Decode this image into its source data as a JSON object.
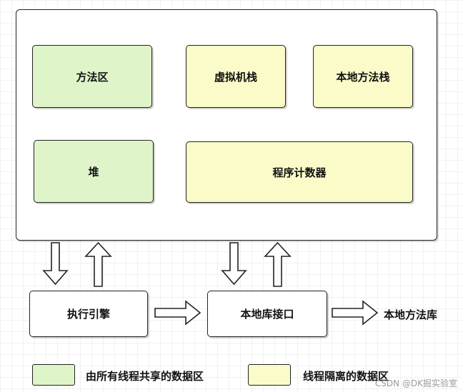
{
  "runtime_data_area": {
    "method_area": "方法区",
    "vm_stack": "虚拟机栈",
    "native_method_stack": "本地方法栈",
    "heap": "堆",
    "program_counter": "程序计数器"
  },
  "execution_engine": "执行引擎",
  "native_interface": "本地库接口",
  "native_library": "本地方法库",
  "legend": {
    "shared": "由所有线程共享的数据区",
    "isolated": "线程隔离的数据区"
  },
  "watermark": "CSDN @DK掘实验室"
}
